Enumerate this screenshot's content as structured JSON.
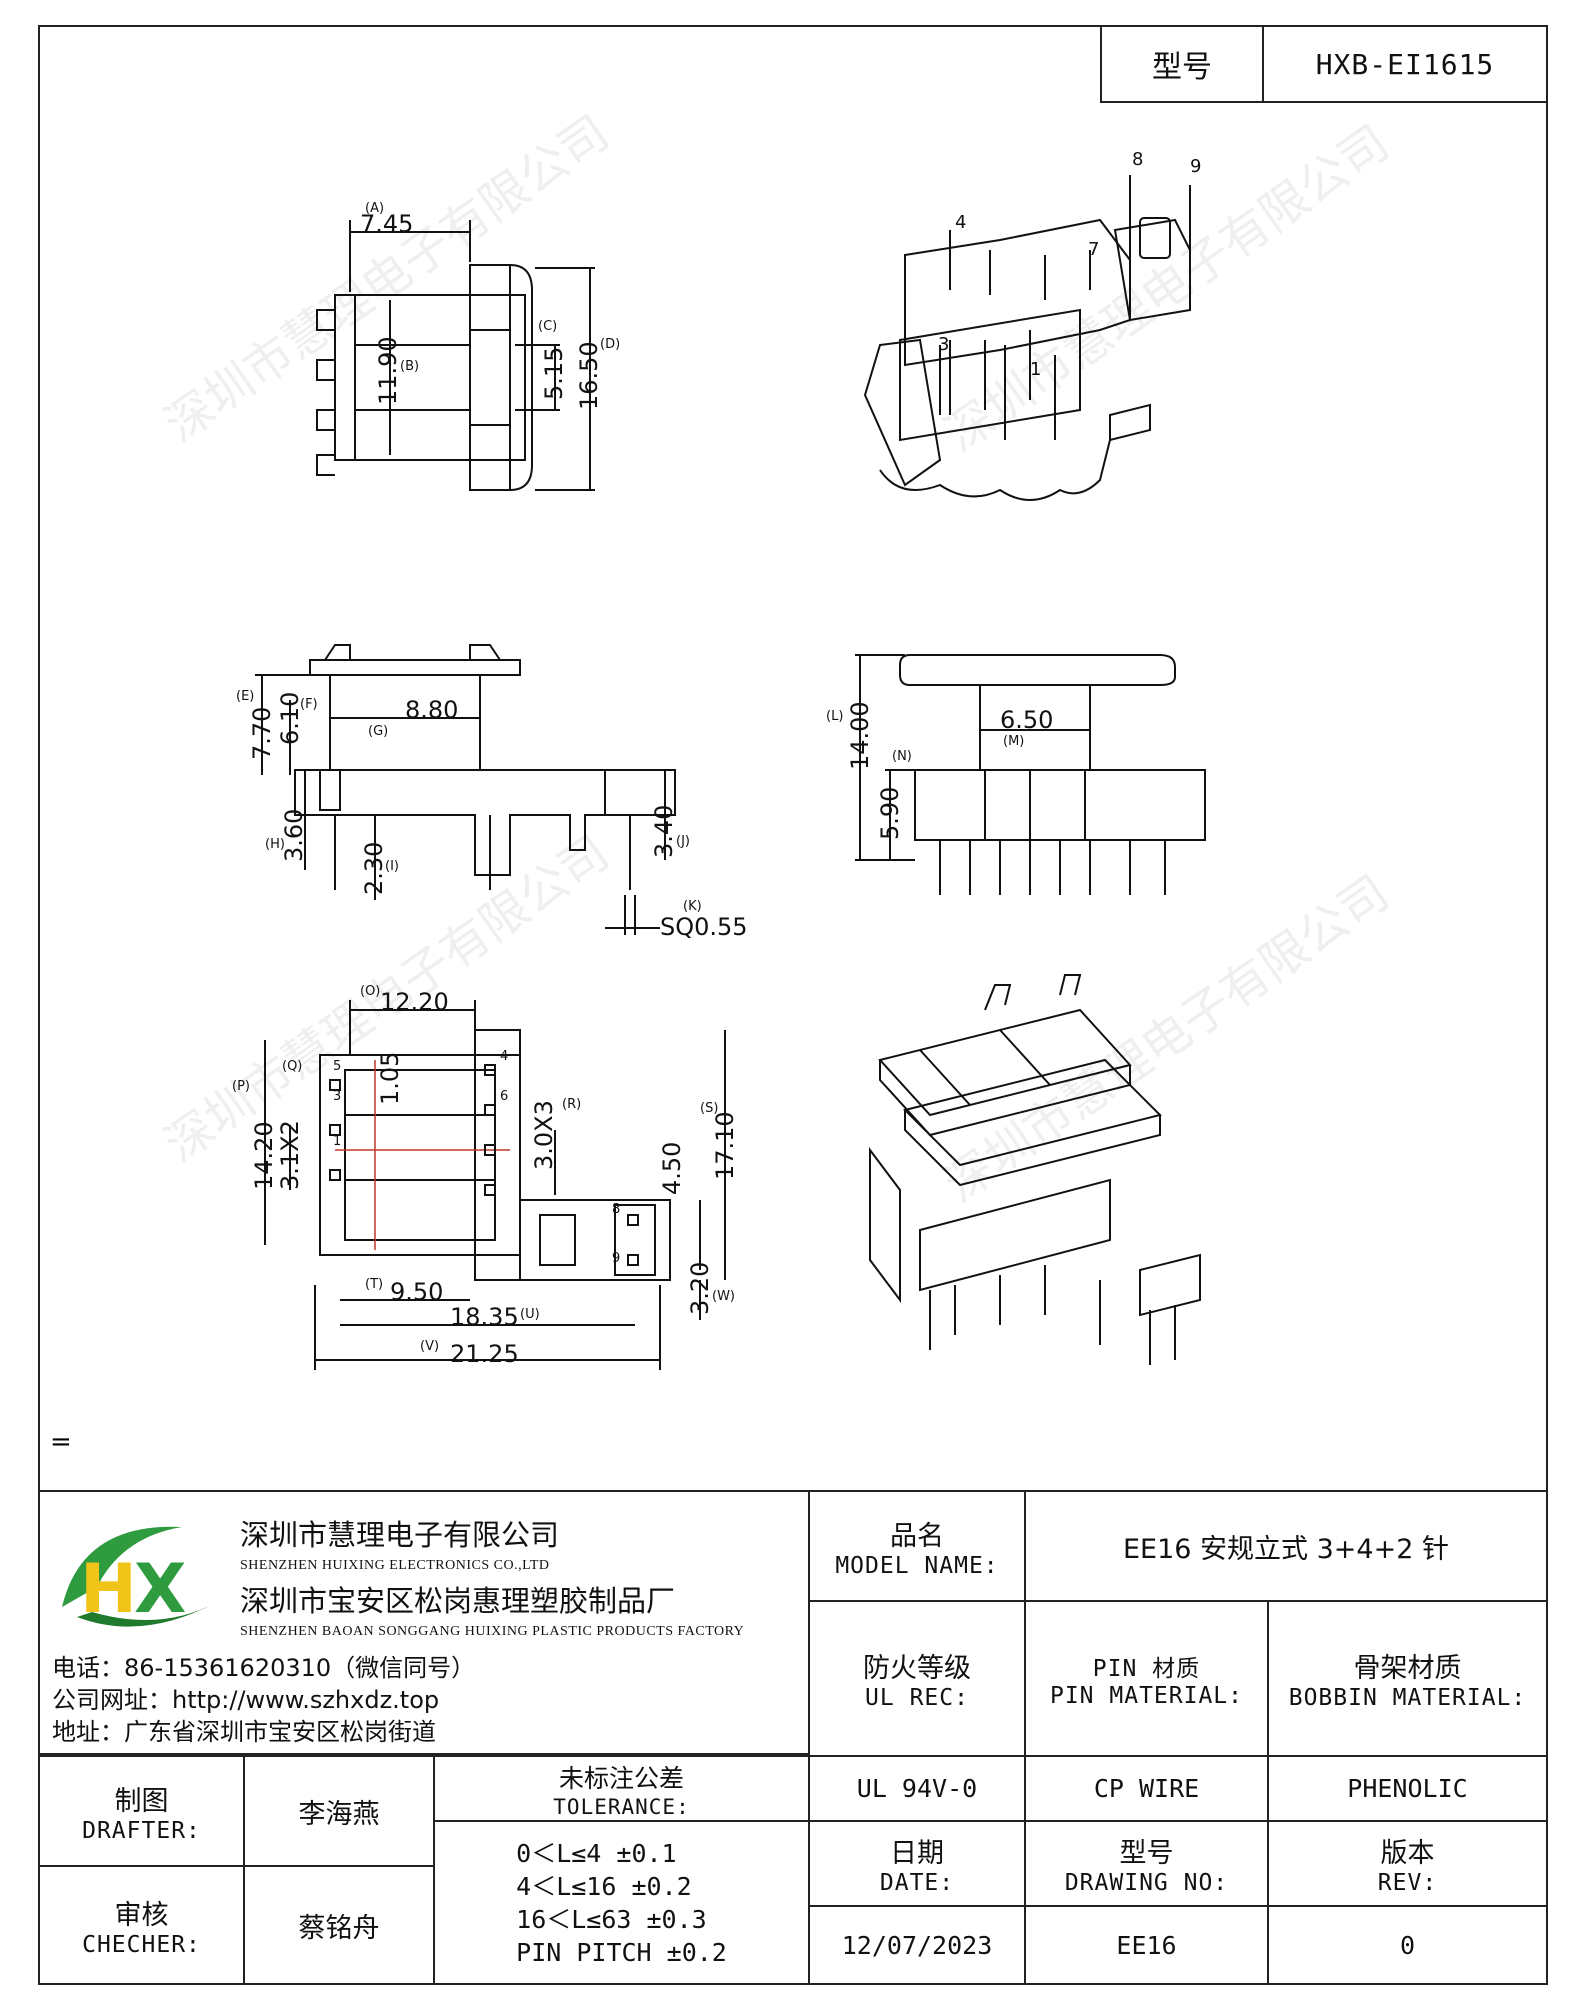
{
  "header": {
    "model_label": "型号",
    "model_value": "HXB-EI1615"
  },
  "drawing": {
    "top_view": {
      "A": "7.45",
      "B": "11.90",
      "C": "5.15",
      "D": "16.50",
      "A_tag": "(A)",
      "B_tag": "(B)",
      "C_tag": "(C)",
      "D_tag": "(D)"
    },
    "iso_top_pins": [
      "8",
      "9",
      "4",
      "7",
      "3",
      "1"
    ],
    "side_view": {
      "E": "7.70",
      "F": "6.10",
      "G": "8.80",
      "H": "3.60",
      "I": "2.30",
      "J": "3.40",
      "K": "SQ0.55",
      "E_tag": "(E)",
      "F_tag": "(F)",
      "G_tag": "(G)",
      "H_tag": "(H)",
      "I_tag": "(I)",
      "J_tag": "(J)",
      "K_tag": "(K)"
    },
    "front_view": {
      "L": "14.00",
      "M": "6.50",
      "N": "5.90",
      "L_tag": "(L)",
      "M_tag": "(M)",
      "N_tag": "(N)"
    },
    "bottom_view": {
      "O": "12.20",
      "P": "14.20",
      "Q": "1.05",
      "R": "3.0X3",
      "S": "17.10",
      "T": "9.50",
      "U": "18.35",
      "V": "21.25",
      "W": "3.20",
      "pitch_left": "3.1X2",
      "x450": "4.50",
      "O_tag": "(O)",
      "P_tag": "(P)",
      "Q_tag": "(Q)",
      "R_tag": "(R)",
      "S_tag": "(S)",
      "T_tag": "(T)",
      "U_tag": "(U)",
      "V_tag": "(V)",
      "W_tag": "(W)",
      "pins": [
        "5",
        "3",
        "1",
        "4",
        "6",
        "8",
        "9"
      ]
    },
    "stray_mark": "="
  },
  "watermark": "深圳市慧理电子有限公司",
  "company": {
    "logo_letters": "HX",
    "name_cn": "深圳市慧理电子有限公司",
    "name_en": "SHENZHEN HUIXING ELECTRONICS CO.,LTD",
    "factory_cn": "深圳市宝安区松岗惠理塑胶制品厂",
    "factory_en": "SHENZHEN BAOAN SONGGANG HUIXING PLASTIC PRODUCTS FACTORY",
    "phone": "电话：86-15361620310（微信同号）",
    "website": "公司网址：http://www.szhxdz.top",
    "address": "地址：广东省深圳市宝安区松岗街道"
  },
  "title_block": {
    "model_name_cn": "品名",
    "model_name_en": "MODEL NAME:",
    "model_name_value": "EE16 安规立式 3+4+2 针",
    "ul_cn": "防火等级",
    "ul_en": "UL REC:",
    "pin_cn": "PIN 材质",
    "pin_en": "PIN MATERIAL:",
    "bobbin_cn": "骨架材质",
    "bobbin_en": "BOBBIN MATERIAL:",
    "ul_value": "UL 94V-0",
    "pin_value": "CP WIRE",
    "bobbin_value": "PHENOLIC",
    "drafter_cn": "制图",
    "drafter_en": "DRAFTER:",
    "drafter_name": "李海燕",
    "checker_cn": "审核",
    "checker_en": "CHECHER:",
    "checker_name": "蔡铭舟",
    "tol_cn": "未标注公差",
    "tol_en": "TOLERANCE:",
    "tol_lines": [
      "0＜L≤4  ±0.1",
      "4＜L≤16 ±0.2",
      "16＜L≤63 ±0.3",
      "PIN PITCH ±0.2"
    ],
    "date_cn": "日期",
    "date_en": "DATE:",
    "date_value": "12/07/2023",
    "drawing_cn": "型号",
    "drawing_en": "DRAWING NO:",
    "drawing_value": "EE16",
    "rev_cn": "版本",
    "rev_en": "REV:",
    "rev_value": "0"
  }
}
